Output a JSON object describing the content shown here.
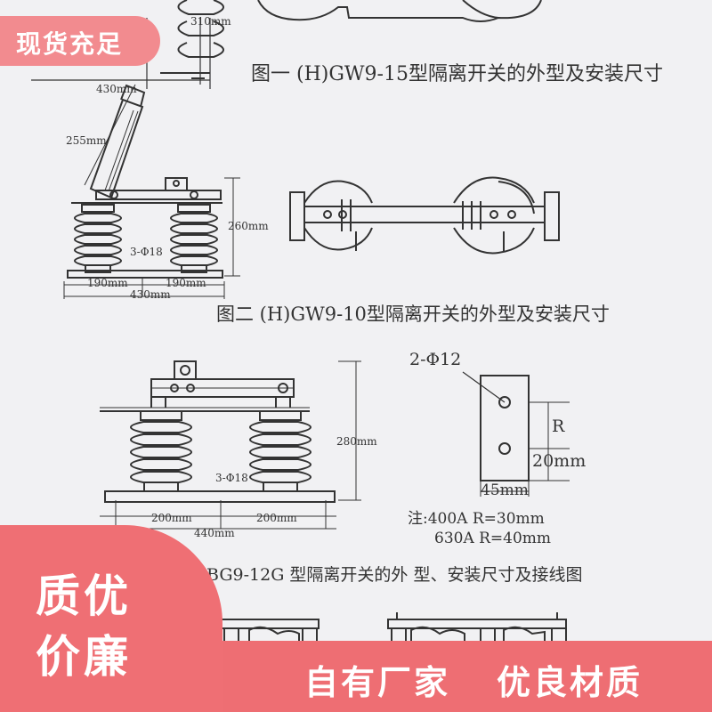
{
  "banners": {
    "top_left": "现货充足",
    "bottom_left_line1": "质优",
    "bottom_left_line2": "价廉",
    "bottom_right_a": "自有厂家",
    "bottom_right_b": "优良材质"
  },
  "figure1": {
    "caption": "图一 (H)GW9-15型隔离开关的外型及安装尺寸",
    "dim_310": "310mm",
    "dim_430": "430mm"
  },
  "figure2": {
    "caption": "图二 (H)GW9-10型隔离开关的外型及安装尺寸",
    "dim_255": "255mm",
    "dim_260": "260mm",
    "holes": "3-Φ18",
    "dim_190a": "190mm",
    "dim_190b": "190mm",
    "dim_430": "430mm"
  },
  "figure3": {
    "caption": "图三 BG9-12G 型隔离开关的外 型、安装尺寸及接线图",
    "dim_280": "280mm",
    "holes": "3-Φ18",
    "dim_200a": "200mm",
    "dim_200b": "200mm",
    "dim_440": "440mm"
  },
  "wiring": {
    "holes": "2-Φ12",
    "r_label": "R",
    "dim_20": "20mm",
    "dim_45": "45mm",
    "note_line1": "注:400A  R=30mm",
    "note_line2": "630A  R=40mm"
  },
  "colors": {
    "background": "#f1f1f3",
    "line": "#333333",
    "accent": "#ef6f74"
  }
}
